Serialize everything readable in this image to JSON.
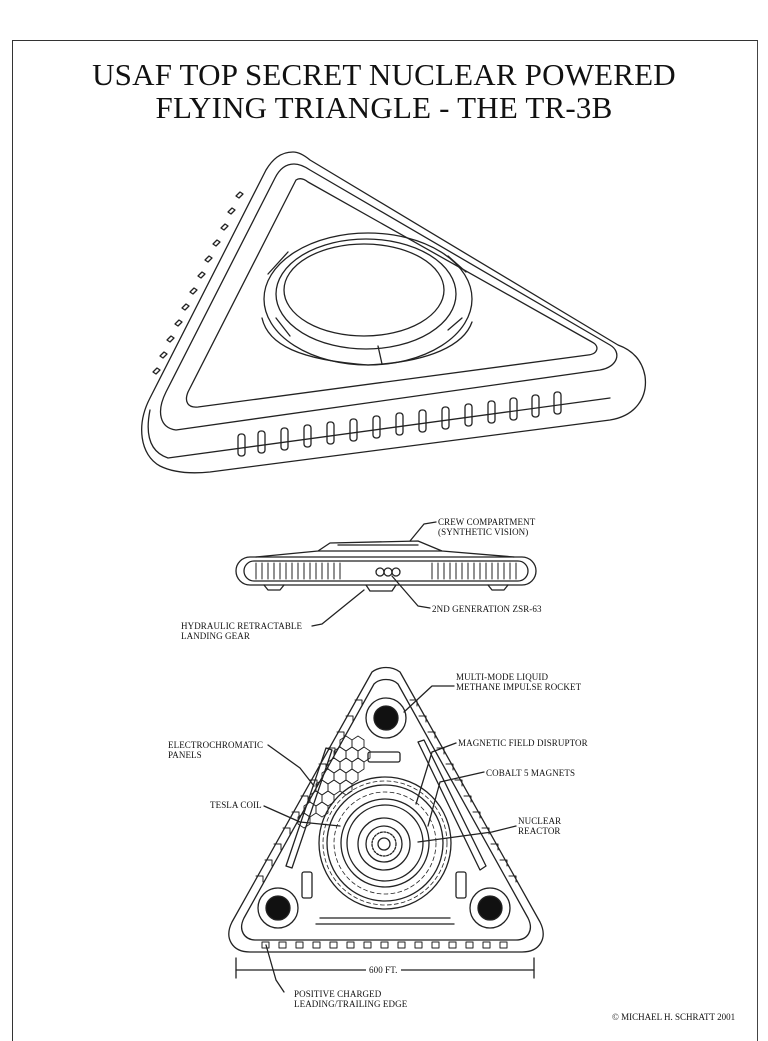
{
  "title": {
    "line1": "USAF TOP SECRET NUCLEAR POWERED",
    "line2": "FLYING TRIANGLE - THE TR-3B"
  },
  "side_view_labels": {
    "crew_line1": "CREW COMPARTMENT",
    "crew_line2": "(SYNTHETIC VISION)",
    "zsr": "2ND GENERATION ZSR-63",
    "gear_line1": "HYDRAULIC RETRACTABLE",
    "gear_line2": "LANDING GEAR"
  },
  "bottom_view_labels": {
    "rocket_line1": "MULTI-MODE LIQUID",
    "rocket_line2": "METHANE IMPULSE ROCKET",
    "electro_line1": "ELECTROCHROMATIC",
    "electro_line2": "PANELS",
    "magnetic": "MAGNETIC FIELD DISRUPTOR",
    "cobalt": "COBALT 5 MAGNETS",
    "tesla": "TESLA COIL",
    "reactor_line1": "NUCLEAR",
    "reactor_line2": "REACTOR",
    "width": "600 FT.",
    "edge_line1": "POSITIVE CHARGED",
    "edge_line2": "LEADING/TRAILING EDGE"
  },
  "copyright": "© MICHAEL H. SCHRATT 2001"
}
